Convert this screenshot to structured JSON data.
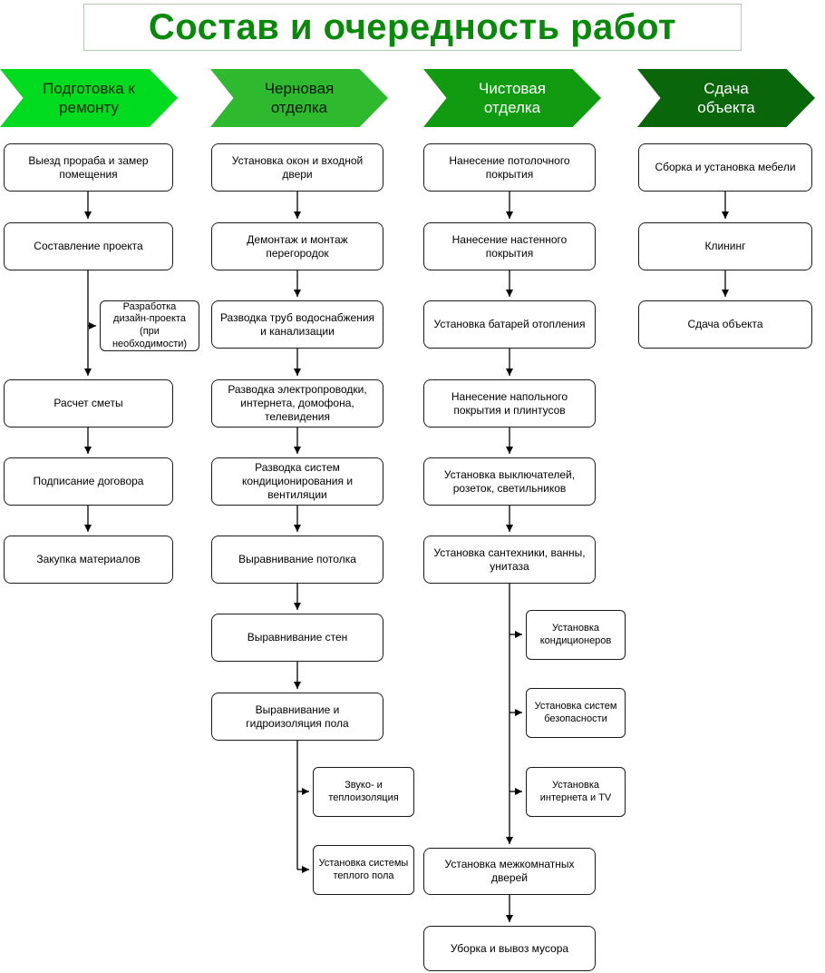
{
  "title": "Состав и очередность работ",
  "title_color": "#098909",
  "columns": [
    {
      "stage": {
        "label": "Подготовка к ремонту",
        "color": "#00da1f",
        "text_color": "#002b00"
      },
      "steps": [
        "Выезд прораба и замер помещения",
        "Составление проекта",
        "Расчет сметы",
        "Подписание договора",
        "Закупка материалов"
      ],
      "side_steps": [
        "Разработка дизайн-проекта (при необходимости)"
      ]
    },
    {
      "stage": {
        "label": "Черновая отделка",
        "color": "#2eb92e",
        "text_color": "#001c00"
      },
      "steps": [
        "Установка окон и входной двери",
        "Демонтаж и монтаж перегородок",
        "Разводка труб водоснабжения и канализации",
        "Разводка электропроводки, интернета, домофона, телевидения",
        "Разводка систем кондиционирования и вентиляции",
        "Выравнивание потолка",
        "Выравнивание стен",
        "Выравнивание и гидроизоляция пола"
      ],
      "side_steps": [
        "Звуко- и теплоизоляция",
        "Установка системы теплого пола"
      ]
    },
    {
      "stage": {
        "label": "Чистовая отделка",
        "color": "#119b11",
        "text_color": "#ffffff"
      },
      "steps": [
        "Нанесение потолочного покрытия",
        "Нанесение настенного покрытия",
        "Установка батарей отопления",
        "Нанесение напольного покрытия и плинтусов",
        "Установка выключателей, розеток, светильников",
        "Установка сантехники, ванны, унитаза",
        "Установка межкомнатных дверей",
        "Уборка и вывоз мусора"
      ],
      "side_steps": [
        "Установка кондиционеров",
        "Установка систем безопасности",
        "Установка интернета и TV"
      ]
    },
    {
      "stage": {
        "label": "Сдача объекта",
        "color": "#0a660a",
        "text_color": "#ffffff"
      },
      "steps": [
        "Сборка и установка мебели",
        "Клининг",
        "Сдача объекта"
      ],
      "side_steps": []
    }
  ]
}
